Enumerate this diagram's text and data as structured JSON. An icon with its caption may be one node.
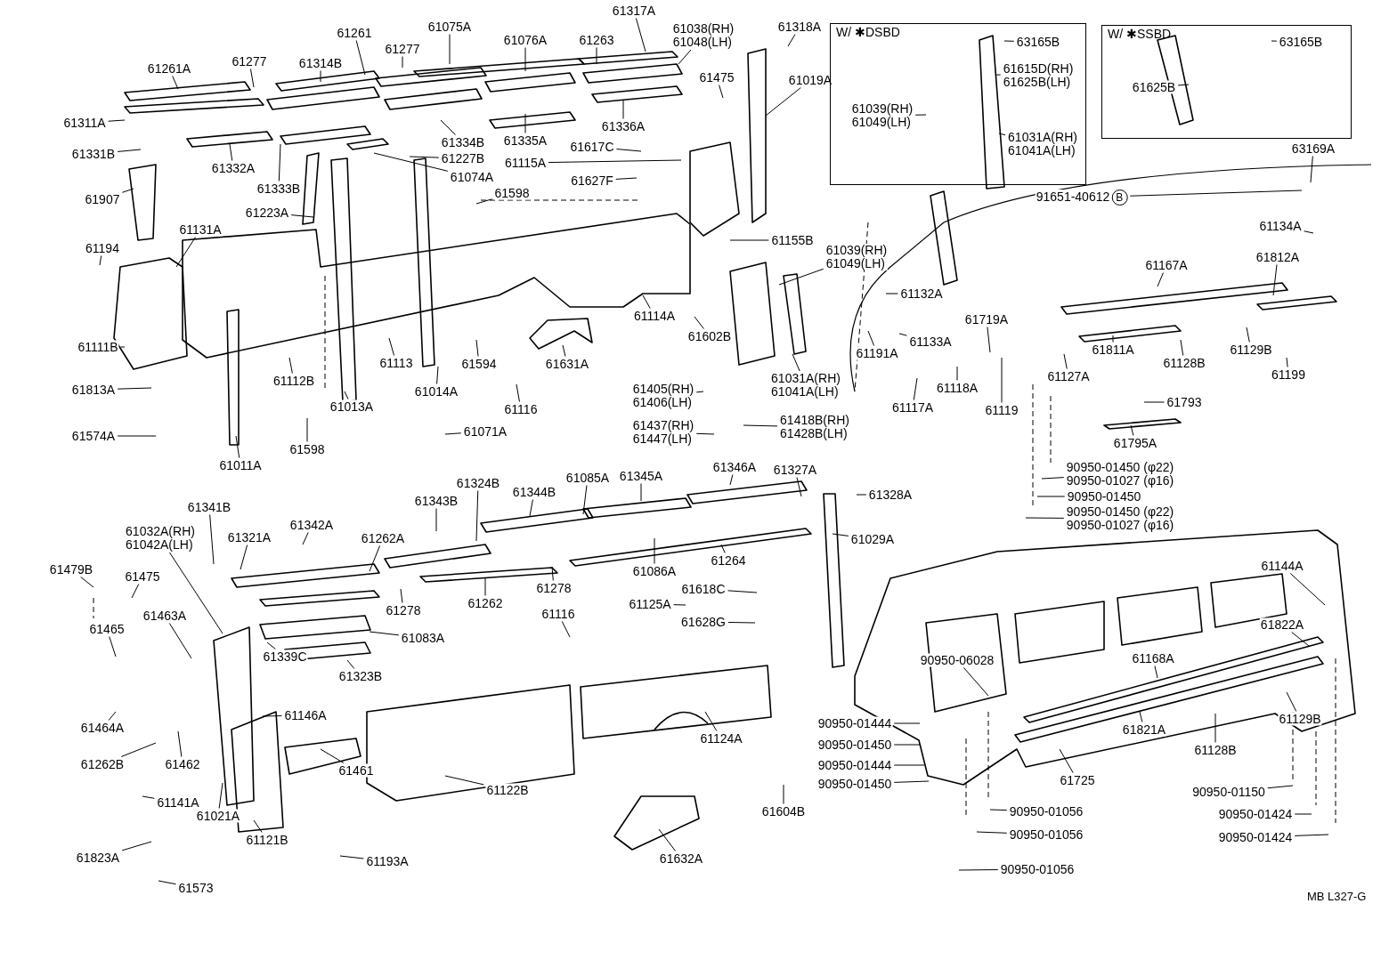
{
  "diagram": {
    "nodes": [
      {
        "text": [
          "61261A"
        ]
      },
      {
        "text": [
          "61277"
        ]
      },
      {
        "text": [
          "61314B"
        ]
      },
      {
        "text": [
          "61261"
        ]
      },
      {
        "text": [
          "61277"
        ]
      },
      {
        "text": [
          "61075A"
        ]
      },
      {
        "text": [
          "61076A"
        ]
      },
      {
        "text": [
          "61263"
        ]
      },
      {
        "text": [
          "61317A"
        ]
      },
      {
        "text": [
          "61038(RH)",
          "61048(LH)"
        ]
      },
      {
        "text": [
          "61475"
        ]
      },
      {
        "text": [
          "61318A"
        ]
      },
      {
        "text": [
          "61019A"
        ]
      },
      {
        "text": [
          "61311A"
        ]
      },
      {
        "text": [
          "61331B"
        ]
      },
      {
        "text": [
          "61332A"
        ]
      },
      {
        "text": [
          "61907"
        ]
      },
      {
        "text": [
          "61333B"
        ]
      },
      {
        "text": [
          "61334B"
        ]
      },
      {
        "text": [
          "61335A"
        ]
      },
      {
        "text": [
          "61336A"
        ]
      },
      {
        "text": [
          "61617C"
        ]
      },
      {
        "text": [
          "61227B"
        ]
      },
      {
        "text": [
          "61115A"
        ]
      },
      {
        "text": [
          "61074A"
        ]
      },
      {
        "text": [
          "61627F"
        ]
      },
      {
        "text": [
          "61598"
        ]
      },
      {
        "text": [
          "61223A"
        ]
      },
      {
        "text": [
          "61194"
        ]
      },
      {
        "text": [
          "61131A"
        ]
      },
      {
        "text": [
          "61111B"
        ]
      },
      {
        "text": [
          "61813A"
        ]
      },
      {
        "text": [
          "61574A"
        ]
      },
      {
        "text": [
          "61011A"
        ]
      },
      {
        "text": [
          "61112B"
        ]
      },
      {
        "text": [
          "61013A"
        ]
      },
      {
        "text": [
          "61598"
        ]
      },
      {
        "text": [
          "61113"
        ]
      },
      {
        "text": [
          "61014A"
        ]
      },
      {
        "text": [
          "61594"
        ]
      },
      {
        "text": [
          "61116"
        ]
      },
      {
        "text": [
          "61631A"
        ]
      },
      {
        "text": [
          "61114A"
        ]
      },
      {
        "text": [
          "61071A"
        ]
      },
      {
        "text": [
          "61602B"
        ]
      },
      {
        "text": [
          "61155B"
        ]
      },
      {
        "text": [
          "61039(RH)",
          "61049(LH)"
        ]
      },
      {
        "text": [
          "61031A(RH)",
          "61041A(LH)"
        ]
      },
      {
        "text": [
          "61405(RH)",
          "61406(LH)"
        ]
      },
      {
        "text": [
          "61437(RH)",
          "61447(LH)"
        ]
      },
      {
        "text": [
          "61418B(RH)",
          "61428B(LH)"
        ]
      },
      {
        "text": [
          "61132A"
        ]
      },
      {
        "text": [
          "61191A"
        ]
      },
      {
        "text": [
          "61133A"
        ]
      },
      {
        "text": [
          "61719A"
        ]
      },
      {
        "text": [
          "61118A"
        ]
      },
      {
        "text": [
          "61117A"
        ]
      },
      {
        "text": [
          "61119"
        ]
      },
      {
        "text": [
          "61167A"
        ]
      },
      {
        "text": [
          "61812A"
        ]
      },
      {
        "text": [
          "61134A"
        ]
      },
      {
        "text": [
          "63169A"
        ]
      },
      {
        "text": [
          "91651-40612",
          "B"
        ]
      },
      {
        "text": [
          "61811A"
        ]
      },
      {
        "text": [
          "61128B"
        ]
      },
      {
        "text": [
          "61129B"
        ]
      },
      {
        "text": [
          "61199"
        ]
      },
      {
        "text": [
          "61127A"
        ]
      },
      {
        "text": [
          "61793"
        ]
      },
      {
        "text": [
          "61795A"
        ]
      },
      {
        "text": [
          "90950-01450 (φ22)",
          "90950-01027 (φ16)"
        ]
      },
      {
        "text": [
          "90950-01450"
        ]
      },
      {
        "text": [
          "90950-01450 (φ22)",
          "90950-01027 (φ16)"
        ]
      },
      {
        "text": [
          "W/ ✱DSBD"
        ]
      },
      {
        "text": [
          "63165B"
        ],
        "in": 73
      },
      {
        "text": [
          "61615D(RH)",
          "61625B(LH)"
        ],
        "in": 73
      },
      {
        "text": [
          "61039(RH)",
          "61049(LH)"
        ],
        "in": 73
      },
      {
        "text": [
          "61031A(RH)",
          "61041A(LH)"
        ],
        "in": 73
      },
      {
        "text": [
          "W/ ✱SSBD"
        ]
      },
      {
        "text": [
          "63165B"
        ],
        "in": 78
      },
      {
        "text": [
          "61625B"
        ],
        "in": 78
      },
      {
        "text": [
          "61341B"
        ]
      },
      {
        "text": [
          "61342A"
        ]
      },
      {
        "text": [
          "61262A"
        ]
      },
      {
        "text": [
          "61343B"
        ]
      },
      {
        "text": [
          "61324B"
        ]
      },
      {
        "text": [
          "61344B"
        ]
      },
      {
        "text": [
          "61085A"
        ]
      },
      {
        "text": [
          "61345A"
        ]
      },
      {
        "text": [
          "61346A"
        ]
      },
      {
        "text": [
          "61327A"
        ]
      },
      {
        "text": [
          "61328A"
        ]
      },
      {
        "text": [
          "61029A"
        ]
      },
      {
        "text": [
          "61264"
        ]
      },
      {
        "text": [
          "61086A"
        ]
      },
      {
        "text": [
          "61278"
        ]
      },
      {
        "text": [
          "61262"
        ]
      },
      {
        "text": [
          "61278"
        ]
      },
      {
        "text": [
          "61321A"
        ]
      },
      {
        "text": [
          "61032A(RH)",
          "61042A(LH)"
        ]
      },
      {
        "text": [
          "61479B"
        ]
      },
      {
        "text": [
          "61475"
        ]
      },
      {
        "text": [
          "61465"
        ]
      },
      {
        "text": [
          "61463A"
        ]
      },
      {
        "text": [
          "61464A"
        ]
      },
      {
        "text": [
          "61262B"
        ]
      },
      {
        "text": [
          "61462"
        ]
      },
      {
        "text": [
          "61083A"
        ]
      },
      {
        "text": [
          "61339C"
        ]
      },
      {
        "text": [
          "61323B"
        ]
      },
      {
        "text": [
          "61116"
        ]
      },
      {
        "text": [
          "61618C"
        ]
      },
      {
        "text": [
          "61125A"
        ]
      },
      {
        "text": [
          "61628G"
        ]
      },
      {
        "text": [
          "61146A"
        ]
      },
      {
        "text": [
          "61141A"
        ]
      },
      {
        "text": [
          "61021A"
        ]
      },
      {
        "text": [
          "61461"
        ]
      },
      {
        "text": [
          "61122B"
        ]
      },
      {
        "text": [
          "61124A"
        ]
      },
      {
        "text": [
          "61604B"
        ]
      },
      {
        "text": [
          "61632A"
        ]
      },
      {
        "text": [
          "61121B"
        ]
      },
      {
        "text": [
          "61193A"
        ]
      },
      {
        "text": [
          "61823A"
        ]
      },
      {
        "text": [
          "61573"
        ]
      },
      {
        "text": [
          "61144A"
        ]
      },
      {
        "text": [
          "61822A"
        ]
      },
      {
        "text": [
          "90950-06028"
        ]
      },
      {
        "text": [
          "61168A"
        ]
      },
      {
        "text": [
          "61821A"
        ]
      },
      {
        "text": [
          "61128B"
        ]
      },
      {
        "text": [
          "61725"
        ]
      },
      {
        "text": [
          "61129B"
        ]
      },
      {
        "text": [
          "90950-01444"
        ]
      },
      {
        "text": [
          "90950-01450"
        ]
      },
      {
        "text": [
          "90950-01444"
        ]
      },
      {
        "text": [
          "90950-01450"
        ]
      },
      {
        "text": [
          "90950-01056"
        ]
      },
      {
        "text": [
          "90950-01056"
        ]
      },
      {
        "text": [
          "90950-01056"
        ]
      },
      {
        "text": [
          "90950-01150"
        ]
      },
      {
        "text": [
          "90950-01424"
        ]
      },
      {
        "text": [
          "90950-01424"
        ]
      }
    ],
    "edges": [
      {
        "from": 0,
        "to": null,
        "arrow": "none"
      },
      {
        "from": 1,
        "to": null,
        "arrow": "none"
      },
      {
        "from": 2,
        "to": null,
        "arrow": "none"
      },
      {
        "from": 3,
        "to": null,
        "arrow": "none"
      },
      {
        "from": 4,
        "to": null,
        "arrow": "none"
      },
      {
        "from": 5,
        "to": null,
        "arrow": "none"
      },
      {
        "from": 6,
        "to": null,
        "arrow": "none"
      },
      {
        "from": 7,
        "to": null,
        "arrow": "none"
      },
      {
        "from": 8,
        "to": null,
        "arrow": "none"
      },
      {
        "from": 9,
        "to": null,
        "arrow": "none"
      },
      {
        "from": 10,
        "to": null,
        "arrow": "none"
      },
      {
        "from": 11,
        "to": null,
        "arrow": "none"
      },
      {
        "from": 12,
        "to": null,
        "arrow": "none"
      },
      {
        "from": 13,
        "to": null,
        "arrow": "none"
      },
      {
        "from": 14,
        "to": null,
        "arrow": "none"
      },
      {
        "from": 15,
        "to": null,
        "arrow": "none"
      },
      {
        "from": 16,
        "to": null,
        "arrow": "none"
      },
      {
        "from": 17,
        "to": null,
        "arrow": "none"
      },
      {
        "from": 18,
        "to": null,
        "arrow": "none"
      },
      {
        "from": 19,
        "to": null,
        "arrow": "none"
      },
      {
        "from": 20,
        "to": null,
        "arrow": "none"
      },
      {
        "from": 21,
        "to": null,
        "arrow": "none"
      },
      {
        "from": 22,
        "to": null,
        "arrow": "none"
      },
      {
        "from": 23,
        "to": null,
        "arrow": "none"
      },
      {
        "from": 24,
        "to": null,
        "arrow": "none"
      },
      {
        "from": 25,
        "to": null,
        "arrow": "none"
      },
      {
        "from": 26,
        "to": null,
        "arrow": "none"
      },
      {
        "from": 27,
        "to": null,
        "arrow": "none"
      },
      {
        "from": 28,
        "to": null,
        "arrow": "none"
      },
      {
        "from": 29,
        "to": null,
        "arrow": "none"
      },
      {
        "from": 30,
        "to": null,
        "arrow": "none"
      },
      {
        "from": 31,
        "to": null,
        "arrow": "none"
      },
      {
        "from": 32,
        "to": null,
        "arrow": "none"
      },
      {
        "from": 33,
        "to": null,
        "arrow": "none"
      },
      {
        "from": 34,
        "to": null,
        "arrow": "none"
      },
      {
        "from": 35,
        "to": null,
        "arrow": "none"
      },
      {
        "from": 36,
        "to": null,
        "arrow": "none"
      },
      {
        "from": 37,
        "to": null,
        "arrow": "none"
      },
      {
        "from": 38,
        "to": null,
        "arrow": "none"
      },
      {
        "from": 39,
        "to": null,
        "arrow": "none"
      },
      {
        "from": 40,
        "to": null,
        "arrow": "none"
      },
      {
        "from": 41,
        "to": null,
        "arrow": "none"
      },
      {
        "from": 42,
        "to": null,
        "arrow": "none"
      },
      {
        "from": 43,
        "to": null,
        "arrow": "none"
      },
      {
        "from": 44,
        "to": null,
        "arrow": "none"
      },
      {
        "from": 45,
        "to": null,
        "arrow": "none"
      },
      {
        "from": 46,
        "to": null,
        "arrow": "none"
      },
      {
        "from": 47,
        "to": null,
        "arrow": "none"
      },
      {
        "from": 48,
        "to": null,
        "arrow": "none"
      },
      {
        "from": 49,
        "to": null,
        "arrow": "none"
      },
      {
        "from": 50,
        "to": null,
        "arrow": "none"
      },
      {
        "from": 51,
        "to": null,
        "arrow": "none"
      },
      {
        "from": 52,
        "to": null,
        "arrow": "none"
      },
      {
        "from": 53,
        "to": null,
        "arrow": "none"
      },
      {
        "from": 54,
        "to": null,
        "arrow": "none"
      },
      {
        "from": 55,
        "to": null,
        "arrow": "none"
      },
      {
        "from": 56,
        "to": null,
        "arrow": "none"
      },
      {
        "from": 57,
        "to": null,
        "arrow": "none"
      },
      {
        "from": 58,
        "to": null,
        "arrow": "none"
      },
      {
        "from": 59,
        "to": null,
        "arrow": "none"
      },
      {
        "from": 60,
        "to": null,
        "arrow": "none"
      },
      {
        "from": 61,
        "to": null,
        "arrow": "none"
      },
      {
        "from": 62,
        "to": null,
        "arrow": "none"
      },
      {
        "from": 63,
        "to": null,
        "arrow": "none"
      },
      {
        "from": 64,
        "to": null,
        "arrow": "none"
      },
      {
        "from": 65,
        "to": null,
        "arrow": "none"
      },
      {
        "from": 66,
        "to": null,
        "arrow": "none"
      },
      {
        "from": 67,
        "to": null,
        "arrow": "none"
      },
      {
        "from": 68,
        "to": null,
        "arrow": "none"
      },
      {
        "from": 69,
        "to": null,
        "arrow": "none"
      },
      {
        "from": 70,
        "to": null,
        "arrow": "none"
      },
      {
        "from": 71,
        "to": null,
        "arrow": "none"
      },
      {
        "from": 72,
        "to": null,
        "arrow": "none"
      },
      {
        "from": 74,
        "to": null,
        "arrow": "none"
      },
      {
        "from": 75,
        "to": null,
        "arrow": "none"
      },
      {
        "from": 76,
        "to": null,
        "arrow": "none"
      },
      {
        "from": 77,
        "to": null,
        "arrow": "none"
      },
      {
        "from": 79,
        "to": null,
        "arrow": "none"
      },
      {
        "from": 80,
        "to": null,
        "arrow": "none"
      },
      {
        "from": 81,
        "to": null,
        "arrow": "none"
      },
      {
        "from": 82,
        "to": null,
        "arrow": "none"
      },
      {
        "from": 83,
        "to": null,
        "arrow": "none"
      },
      {
        "from": 84,
        "to": null,
        "arrow": "none"
      },
      {
        "from": 85,
        "to": null,
        "arrow": "none"
      },
      {
        "from": 86,
        "to": null,
        "arrow": "none"
      },
      {
        "from": 87,
        "to": null,
        "arrow": "none"
      },
      {
        "from": 88,
        "to": null,
        "arrow": "none"
      },
      {
        "from": 89,
        "to": null,
        "arrow": "none"
      },
      {
        "from": 90,
        "to": null,
        "arrow": "none"
      },
      {
        "from": 91,
        "to": null,
        "arrow": "none"
      },
      {
        "from": 92,
        "to": null,
        "arrow": "none"
      },
      {
        "from": 93,
        "to": null,
        "arrow": "none"
      },
      {
        "from": 94,
        "to": null,
        "arrow": "none"
      },
      {
        "from": 95,
        "to": null,
        "arrow": "none"
      },
      {
        "from": 96,
        "to": null,
        "arrow": "none"
      },
      {
        "from": 97,
        "to": null,
        "arrow": "none"
      },
      {
        "from": 98,
        "to": null,
        "arrow": "none"
      },
      {
        "from": 99,
        "to": null,
        "arrow": "none"
      },
      {
        "from": 100,
        "to": null,
        "arrow": "none"
      },
      {
        "from": 101,
        "to": null,
        "arrow": "none"
      },
      {
        "from": 102,
        "to": null,
        "arrow": "none"
      },
      {
        "from": 103,
        "to": null,
        "arrow": "none"
      },
      {
        "from": 104,
        "to": null,
        "arrow": "none"
      },
      {
        "from": 105,
        "to": null,
        "arrow": "none"
      },
      {
        "from": 106,
        "to": null,
        "arrow": "none"
      },
      {
        "from": 107,
        "to": null,
        "arrow": "none"
      },
      {
        "from": 108,
        "to": null,
        "arrow": "none"
      },
      {
        "from": 109,
        "to": null,
        "arrow": "none"
      },
      {
        "from": 110,
        "to": null,
        "arrow": "none"
      },
      {
        "from": 111,
        "to": null,
        "arrow": "none"
      },
      {
        "from": 112,
        "to": null,
        "arrow": "none"
      },
      {
        "from": 113,
        "to": null,
        "arrow": "none"
      },
      {
        "from": 114,
        "to": null,
        "arrow": "none"
      },
      {
        "from": 115,
        "to": null,
        "arrow": "none"
      },
      {
        "from": 116,
        "to": null,
        "arrow": "none"
      },
      {
        "from": 117,
        "to": null,
        "arrow": "none"
      },
      {
        "from": 118,
        "to": null,
        "arrow": "none"
      },
      {
        "from": 119,
        "to": null,
        "arrow": "none"
      },
      {
        "from": 120,
        "to": null,
        "arrow": "none"
      },
      {
        "from": 121,
        "to": null,
        "arrow": "none"
      },
      {
        "from": 122,
        "to": null,
        "arrow": "none"
      },
      {
        "from": 123,
        "to": null,
        "arrow": "none"
      },
      {
        "from": 124,
        "to": null,
        "arrow": "none"
      },
      {
        "from": 125,
        "to": null,
        "arrow": "none"
      },
      {
        "from": 126,
        "to": null,
        "arrow": "none"
      },
      {
        "from": 127,
        "to": null,
        "arrow": "none"
      },
      {
        "from": 128,
        "to": null,
        "arrow": "none"
      },
      {
        "from": 129,
        "to": null,
        "arrow": "none"
      },
      {
        "from": 130,
        "to": null,
        "arrow": "none"
      },
      {
        "from": 131,
        "to": null,
        "arrow": "none"
      },
      {
        "from": 132,
        "to": null,
        "arrow": "none"
      },
      {
        "from": 133,
        "to": null,
        "arrow": "none"
      },
      {
        "from": 134,
        "to": null,
        "arrow": "none"
      },
      {
        "from": 135,
        "to": null,
        "arrow": "none"
      },
      {
        "from": 136,
        "to": null,
        "arrow": "none"
      },
      {
        "from": 137,
        "to": null,
        "arrow": "none"
      },
      {
        "from": 138,
        "to": null,
        "arrow": "none"
      },
      {
        "from": 139,
        "to": null,
        "arrow": "none"
      },
      {
        "from": 140,
        "to": null,
        "arrow": "none"
      },
      {
        "from": 141,
        "to": null,
        "arrow": "none"
      },
      {
        "from": 142,
        "to": null,
        "arrow": "none"
      },
      {
        "from": 143,
        "to": null,
        "arrow": "none"
      }
    ],
    "labels": [
      "MB L327-G"
    ]
  }
}
